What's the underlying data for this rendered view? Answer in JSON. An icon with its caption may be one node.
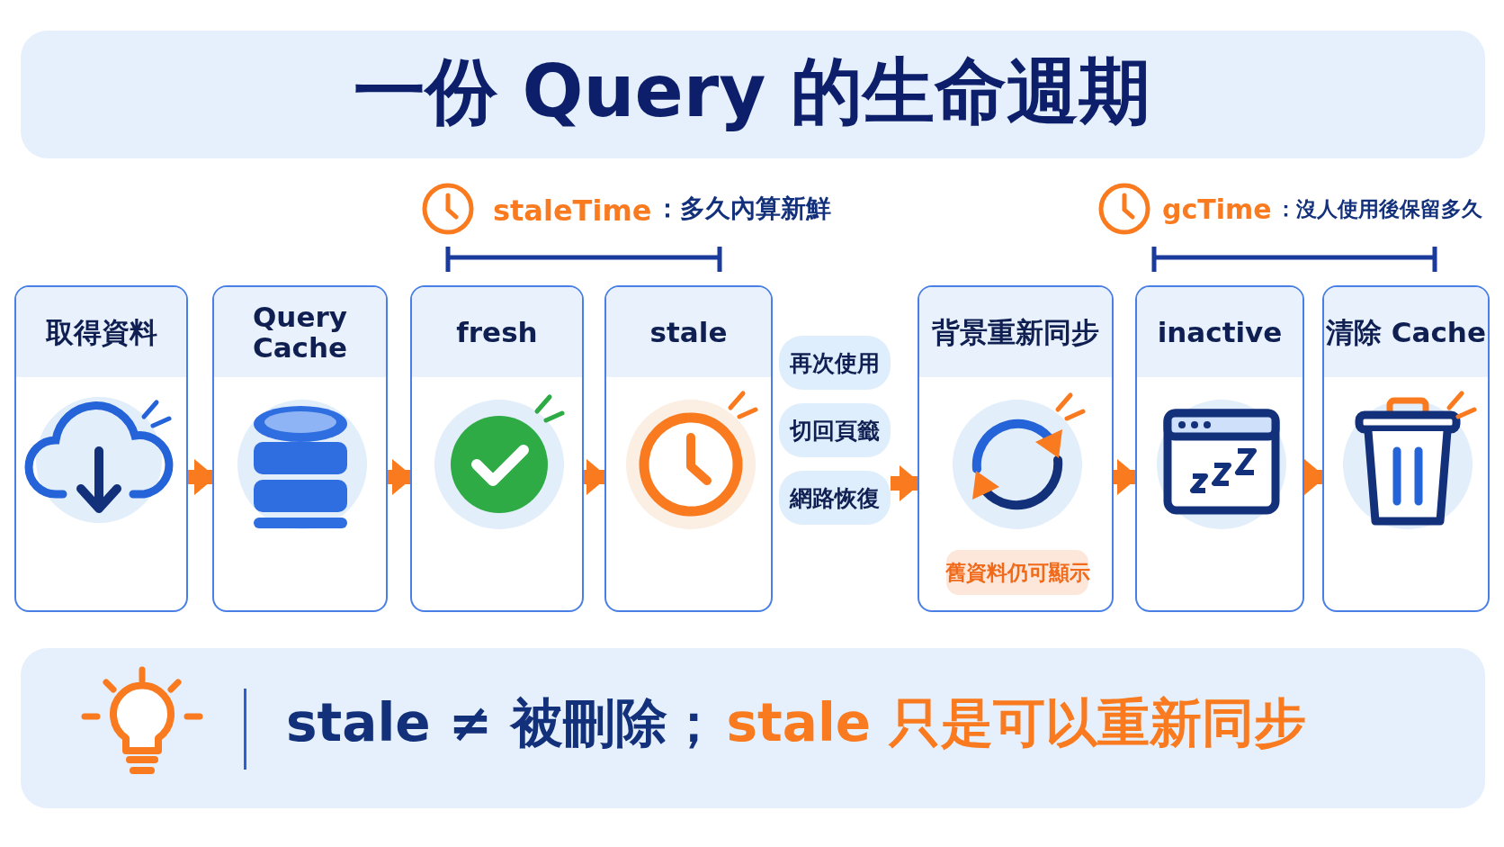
{
  "diagram": {
    "title": "一份 Query 的生命週期",
    "nodes": [
      {
        "text": [
          "取得資料"
        ]
      },
      {
        "text": [
          "Query Cache"
        ]
      },
      {
        "text": [
          "fresh"
        ]
      },
      {
        "text": [
          "stale"
        ]
      },
      {
        "text": [
          "再次使用"
        ]
      },
      {
        "text": [
          "切回頁籤"
        ]
      },
      {
        "text": [
          "網路恢復"
        ]
      },
      {
        "text": [
          "背景重新同步"
        ]
      },
      {
        "text": [
          "舊資料仍可顯示"
        ],
        "in": 7
      },
      {
        "text": [
          "inactive"
        ]
      },
      {
        "text": [
          "清除 Cache"
        ]
      }
    ],
    "edges": [
      {
        "from": 0,
        "to": 1,
        "arrow": "to"
      },
      {
        "from": 1,
        "to": 2,
        "arrow": "to"
      },
      {
        "from": 2,
        "to": 3,
        "arrow": "to"
      },
      {
        "from": 6,
        "to": 7,
        "arrow": "to"
      },
      {
        "from": 7,
        "to": 9,
        "arrow": "to"
      },
      {
        "from": 9,
        "to": 10,
        "arrow": "to"
      }
    ],
    "labels": [
      "staleTime",
      "：多久內算新鮮",
      "gcTime",
      "：沒人使用後保留多久",
      "stale ≠ 被刪除；",
      "stale 只是可以重新同步"
    ]
  }
}
